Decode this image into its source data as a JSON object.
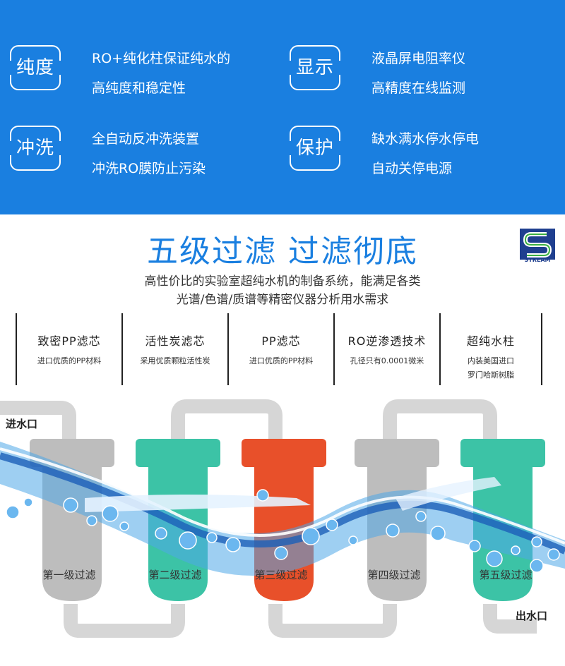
{
  "features": [
    {
      "title": "纯度",
      "line1": "RO+纯化柱保证纯水的",
      "line2": "高纯度和稳定性"
    },
    {
      "title": "显示",
      "line1": "液晶屏电阻率仪",
      "line2": "高精度在线监测"
    },
    {
      "title": "冲洗",
      "line1": "全自动反冲洗装置",
      "line2": "冲洗RO膜防止污染"
    },
    {
      "title": "保护",
      "line1": "缺水满水停水停电",
      "line2": "自动关停电源"
    }
  ],
  "headline": "五级过滤 过滤彻底",
  "subline1": "高性价比的实验室超纯水机的制备系统，能满足各类",
  "subline2": "光谱/色谱/质谱等精密仪器分析用水需求",
  "logo_text": "STREAM",
  "specs": [
    {
      "title": "致密PP滤芯",
      "desc1": "进口优质的PP材料",
      "desc2": ""
    },
    {
      "title": "活性炭滤芯",
      "desc1": "采用优质颗粒活性炭",
      "desc2": ""
    },
    {
      "title": "PP滤芯",
      "desc1": "进口优质的PP材料",
      "desc2": ""
    },
    {
      "title": "RO逆渗透技术",
      "desc1": "孔径只有0.0001微米",
      "desc2": ""
    },
    {
      "title": "超纯水柱",
      "desc1": "内装美国进口",
      "desc2": "罗门哈斯树脂"
    }
  ],
  "inlet_label": "进水口",
  "outlet_label": "出水口",
  "stages": [
    {
      "label": "第一级过滤",
      "color": "#bdbdbd"
    },
    {
      "label": "第二级过滤",
      "color": "#3cc3a6"
    },
    {
      "label": "第三级过滤",
      "color": "#e8502a"
    },
    {
      "label": "第四级过滤",
      "color": "#bdbdbd"
    },
    {
      "label": "第五级过滤",
      "color": "#3cc3a6"
    }
  ],
  "colors": {
    "banner": "#1a7fe0",
    "accent": "#1a7fe0",
    "pipe": "#d6d6d6"
  }
}
